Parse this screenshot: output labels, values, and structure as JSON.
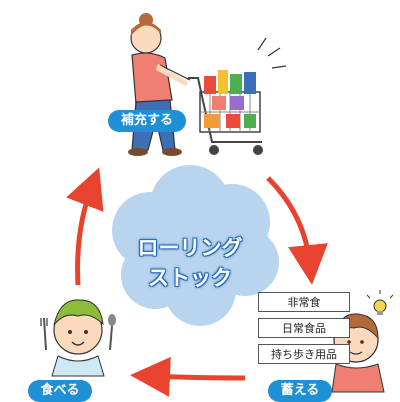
{
  "cycle": {
    "center_title_line1": "ローリング",
    "center_title_line2": "ストック",
    "steps": [
      {
        "label": "補充する",
        "icon": "shopping-cart-person-icon"
      },
      {
        "label": "蓄える",
        "icon": "thinking-person-icon"
      },
      {
        "label": "食べる",
        "icon": "eating-child-icon"
      }
    ],
    "stock_items": [
      "非常食",
      "日常食品",
      "持ち歩き用品"
    ]
  },
  "colors": {
    "arrow": "#e8432e",
    "cloud": "#b9d4ef",
    "label_bg": "#1f8fd6",
    "label_text": "#ffffff"
  }
}
